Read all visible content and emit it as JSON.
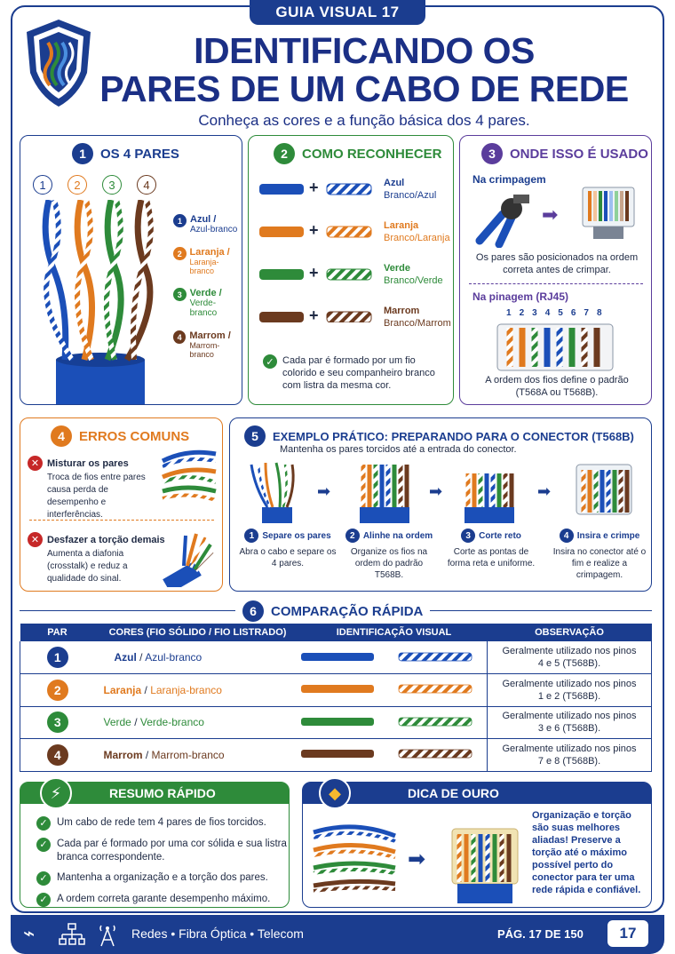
{
  "header": {
    "badge": "GUIA VISUAL 17",
    "title_line1": "IDENTIFICANDO OS",
    "title_line2": "PARES DE UM CABO DE REDE",
    "subtitle": "Conheça as cores e a função básica dos 4 pares."
  },
  "colors": {
    "blue": "#1b3d8f",
    "orange": "#e07a1f",
    "green": "#2e8b3a",
    "brown": "#6b3a1f",
    "purple": "#5b3d9c",
    "red": "#c62828"
  },
  "section1": {
    "num": "1",
    "title": "OS 4 PARES",
    "rings": [
      "1",
      "2",
      "3",
      "4"
    ],
    "pairs": [
      {
        "n": "1",
        "main": "Azul /",
        "sub": "Azul-branco"
      },
      {
        "n": "2",
        "main": "Laranja /",
        "sub": "Laranja-branco"
      },
      {
        "n": "3",
        "main": "Verde /",
        "sub": "Verde-branco"
      },
      {
        "n": "4",
        "main": "Marrom /",
        "sub": "Marrom-branco"
      }
    ]
  },
  "section2": {
    "num": "2",
    "title": "COMO RECONHECER",
    "plus": "+",
    "pairs": [
      {
        "main": "Azul",
        "sub": "Branco/Azul"
      },
      {
        "main": "Laranja",
        "sub": "Branco/Laranja"
      },
      {
        "main": "Verde",
        "sub": "Branco/Verde"
      },
      {
        "main": "Marrom",
        "sub": "Branco/Marrom"
      }
    ],
    "note": "Cada par é formado por um fio colorido e seu companheiro branco com listra da mesma cor."
  },
  "section3": {
    "num": "3",
    "title": "ONDE ISSO É USADO",
    "crimp_title": "Na crimpagem",
    "crimp_text": "Os pares são posicionados na ordem correta antes de crimpar.",
    "pin_title": "Na pinagem (RJ45)",
    "pins": [
      "1",
      "2",
      "3",
      "4",
      "5",
      "6",
      "7",
      "8"
    ],
    "pin_text": "A ordem dos fios define o padrão (T568A ou T568B)."
  },
  "section4": {
    "num": "4",
    "title": "ERROS COMUNS",
    "errors": [
      {
        "title": "Misturar os pares",
        "text": "Troca de fios entre pares causa perda de desempenho e interferências."
      },
      {
        "title": "Desfazer a torção demais",
        "text": "Aumenta a diafonia (crosstalk) e reduz a qualidade do sinal."
      }
    ]
  },
  "section5": {
    "num": "5",
    "title": "EXEMPLO PRÁTICO: PREPARANDO PARA O CONECTOR (T568B)",
    "subtitle": "Mantenha os pares torcidos até a entrada do conector.",
    "steps": [
      {
        "n": "1",
        "title": "Separe os pares",
        "text": "Abra o cabo e separe os 4 pares."
      },
      {
        "n": "2",
        "title": "Alinhe na ordem",
        "text": "Organize os fios na ordem do padrão T568B."
      },
      {
        "n": "3",
        "title": "Corte reto",
        "text": "Corte as pontas de forma reta e uniforme."
      },
      {
        "n": "4",
        "title": "Insira e crimpe",
        "text": "Insira no conector até o fim e realize a crimpagem."
      }
    ]
  },
  "section6": {
    "num": "6",
    "title": "COMPARAÇÃO RÁPIDA",
    "headers": [
      "PAR",
      "CORES (FIO SÓLIDO / FIO LISTRADO)",
      "IDENTIFICAÇÃO VISUAL",
      "OBSERVAÇÃO"
    ],
    "rows": [
      {
        "n": "1",
        "solid": "Azul",
        "sep": " / ",
        "striped": "Azul-branco",
        "obs": "Geralmente utilizado nos pinos 4 e 5 (T568B)."
      },
      {
        "n": "2",
        "solid": "Laranja",
        "sep": " / ",
        "striped": "Laranja-branco",
        "obs": "Geralmente utilizado nos pinos 1 e 2 (T568B)."
      },
      {
        "n": "3",
        "solid": "Verde",
        "sep": " / ",
        "striped": "Verde-branco",
        "obs": "Geralmente utilizado nos pinos 3 e 6 (T568B)."
      },
      {
        "n": "4",
        "solid": "Marrom",
        "sep": " / ",
        "striped": "Marrom-branco",
        "obs": "Geralmente utilizado nos pinos 7 e 8 (T568B)."
      }
    ]
  },
  "summary": {
    "title": "RESUMO RÁPIDO",
    "items": [
      "Um cabo de rede tem 4 pares de fios torcidos.",
      "Cada par é formado por uma cor sólida e sua listra branca correspondente.",
      "Mantenha a organização e a torção dos pares.",
      "A ordem correta garante desempenho máximo."
    ]
  },
  "tip": {
    "title": "DICA DE OURO",
    "text": "Organização e torção são suas melhores aliadas! Preserve a torção até o máximo possível perto do conector para ter uma rede rápida e confiável."
  },
  "footer": {
    "topics": "Redes • Fibra Óptica • Telecom",
    "page": "PÁG. 17 DE 150",
    "page_num": "17"
  }
}
